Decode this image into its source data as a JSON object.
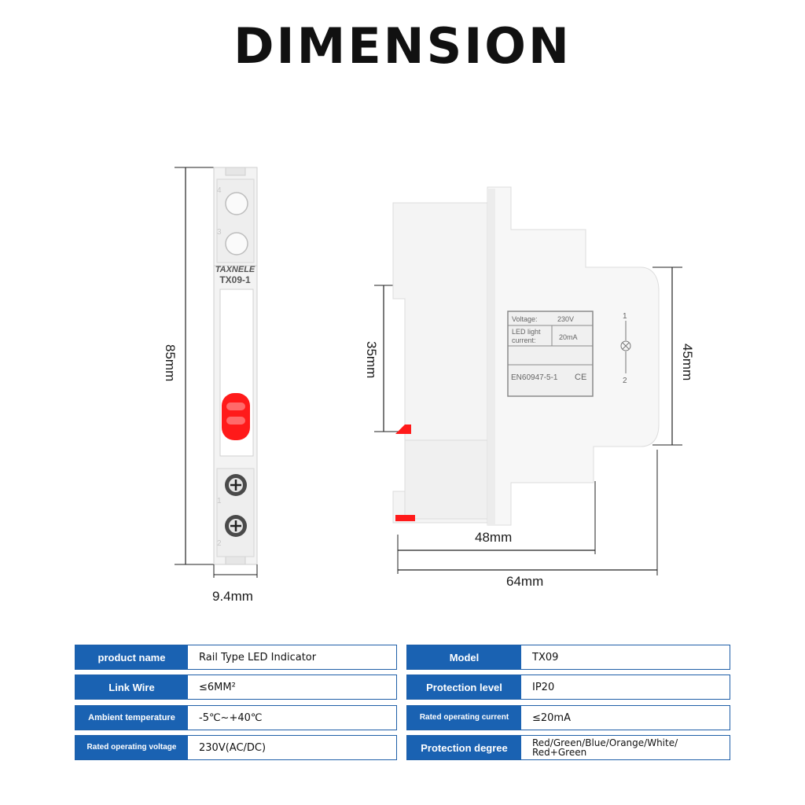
{
  "title": "DIMENSION",
  "dimensions": {
    "height_front": "85mm",
    "width_front": "9.4mm",
    "rail_height": "35mm",
    "body_height": "45mm",
    "depth_inner": "48mm",
    "depth_total": "64mm"
  },
  "front_device": {
    "brand": "TAXNELE",
    "model": "TX09-1",
    "terminals": [
      "4",
      "3",
      "1",
      "2"
    ]
  },
  "side_label": {
    "voltage_label": "Voltage:",
    "voltage_value": "230V",
    "led_label_line1": "LED light",
    "led_label_line2": "current:",
    "led_value": "20mA",
    "standard": "EN60947-5-1",
    "ce": "CE",
    "pin_top": "1",
    "pin_bottom": "2"
  },
  "colors": {
    "header_blue": "#1a62b2",
    "led_red": "#ff1a1a"
  },
  "specs_left": [
    {
      "key": "product name",
      "value": "Rail Type LED Indicator"
    },
    {
      "key": "Link Wire",
      "value": "≤6MM²"
    },
    {
      "key": "Ambient temperature",
      "value": "-5℃~+40℃"
    },
    {
      "key": "Rated operating voltage",
      "value": "230V(AC/DC)"
    }
  ],
  "specs_right": [
    {
      "key": "Model",
      "value": "TX09"
    },
    {
      "key": "Protection level",
      "value": "IP20"
    },
    {
      "key": "Rated operating current",
      "value": "≤20mA"
    },
    {
      "key": "Protection degree",
      "value": "Red/Green/Blue/Orange/White/ Red+Green"
    }
  ]
}
